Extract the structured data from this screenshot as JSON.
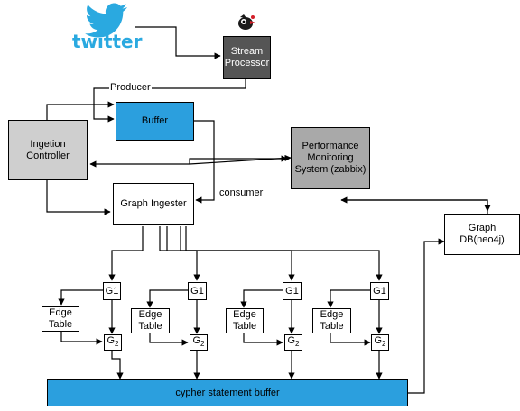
{
  "logo": {
    "text": "twitter"
  },
  "nodes": {
    "stream_processor": "Stream Processor",
    "buffer": "Buffer",
    "ingestion_controller": "Ingetion Controller",
    "performance_monitoring": "Performance Monitoring System (zabbix)",
    "graph_ingester": "Graph Ingester",
    "graph_db": "Graph DB(neo4j)",
    "g1": "G1",
    "edge_table": "Edge Table",
    "g2_base": "G",
    "g2_sub": "2",
    "cypher_buffer": "cypher statement buffer"
  },
  "edge_labels": {
    "producer": "Producer",
    "consumer": "consumer"
  },
  "colors": {
    "twitter_blue": "#2aa9e0",
    "buffer_blue": "#2b9fde",
    "stream_processor_gray": "#555555",
    "controller_gray": "#cfcfcf",
    "monitoring_gray": "#a9a9a9"
  }
}
